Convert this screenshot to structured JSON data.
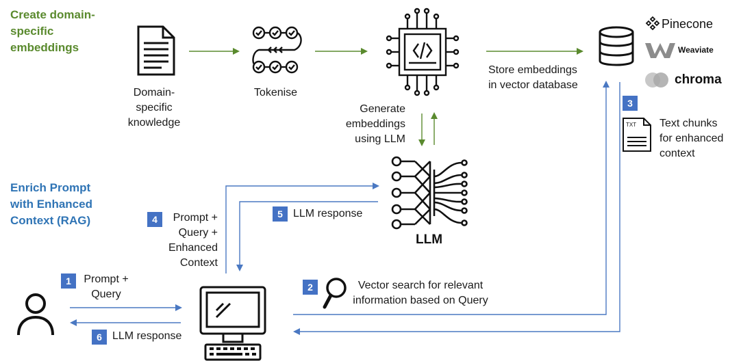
{
  "headings": {
    "create": "Create domain-\nspecific\nembeddings",
    "enrich": "Enrich Prompt\nwith Enhanced\nContext (RAG)"
  },
  "steps": {
    "domain_knowledge": "Domain-\nspecific\nknowledge",
    "tokenise": "Tokenise",
    "generate": "Generate\nembeddings\nusing LLM",
    "store": "Store embeddings\nin vector database",
    "text_chunks": "Text chunks\nfor enhanced\ncontext",
    "llm": "LLM",
    "prompt_enhanced": "Prompt +\nQuery +\nEnhanced\nContext",
    "llm_response_top": "LLM response",
    "prompt_query": "Prompt +\nQuery",
    "vector_search": "Vector search for relevant\ninformation based on Query",
    "llm_response_bottom": "LLM response"
  },
  "badges": {
    "b1": "1",
    "b2": "2",
    "b3": "3",
    "b4": "4",
    "b5": "5",
    "b6": "6"
  },
  "brands": {
    "pinecone": "Pinecone",
    "weaviate": "Weaviate",
    "chroma": "chroma"
  },
  "file_tag": "TXT",
  "colors": {
    "green_arrow": "#5a8a2e",
    "blue_arrow": "#4a78c2",
    "badge": "#4472c4",
    "heading_green": "#5a8a2e",
    "heading_blue": "#2f74b5"
  },
  "icons": [
    "document-icon",
    "tokenise-icon",
    "processor-icon",
    "database-icon",
    "neural-network-icon",
    "user-icon",
    "computer-icon",
    "magnifier-icon",
    "txt-file-icon",
    "pinecone-logo",
    "weaviate-logo",
    "chroma-logo"
  ]
}
